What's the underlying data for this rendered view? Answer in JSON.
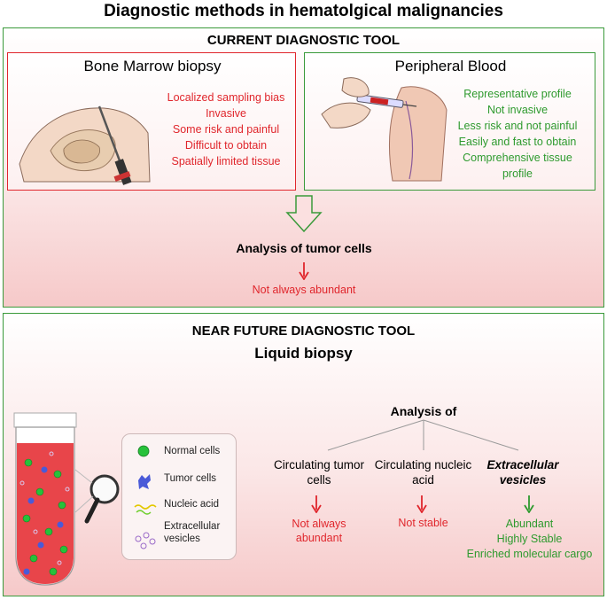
{
  "title": "Diagnostic methods in hematolgical malignancies",
  "current": {
    "heading": "CURRENT DIAGNOSTIC TOOL",
    "bone_marrow": {
      "title": "Bone Marrow biopsy",
      "points": [
        "Localized sampling bias",
        "Invasive",
        "Some risk and painful",
        "Difficult to obtain",
        "Spatially limited tissue"
      ]
    },
    "peripheral_blood": {
      "title": "Peripheral Blood",
      "points": [
        "Representative profile",
        "Not invasive",
        "Less risk and not painful",
        "Easily and fast to obtain",
        "Comprehensive tissue profile"
      ]
    },
    "analysis_label": "Analysis of tumor cells",
    "analysis_note": "Not always abundant"
  },
  "future": {
    "heading": "NEAR FUTURE DIAGNOSTIC TOOL",
    "subheading": "Liquid biopsy",
    "legend": [
      "Normal cells",
      "Tumor cells",
      "Nucleic acid",
      "Extracellular vesicles"
    ],
    "analysis_of": "Analysis of",
    "branches": [
      {
        "label": "Circulating tumor cells",
        "note": "Not always abundant",
        "tone": "red"
      },
      {
        "label": "Circulating nucleic acid",
        "note": "Not stable",
        "tone": "red"
      },
      {
        "label": "Extracellular vesicles",
        "note": "Abundant Highly Stable Enriched molecular cargo",
        "tone": "green"
      }
    ],
    "ev_notes": [
      "Abundant",
      "Highly Stable",
      "Enriched molecular cargo"
    ]
  },
  "colors": {
    "red": "#e0262c",
    "green": "#2e9a2e",
    "panel_border": "#3a9a3a"
  }
}
